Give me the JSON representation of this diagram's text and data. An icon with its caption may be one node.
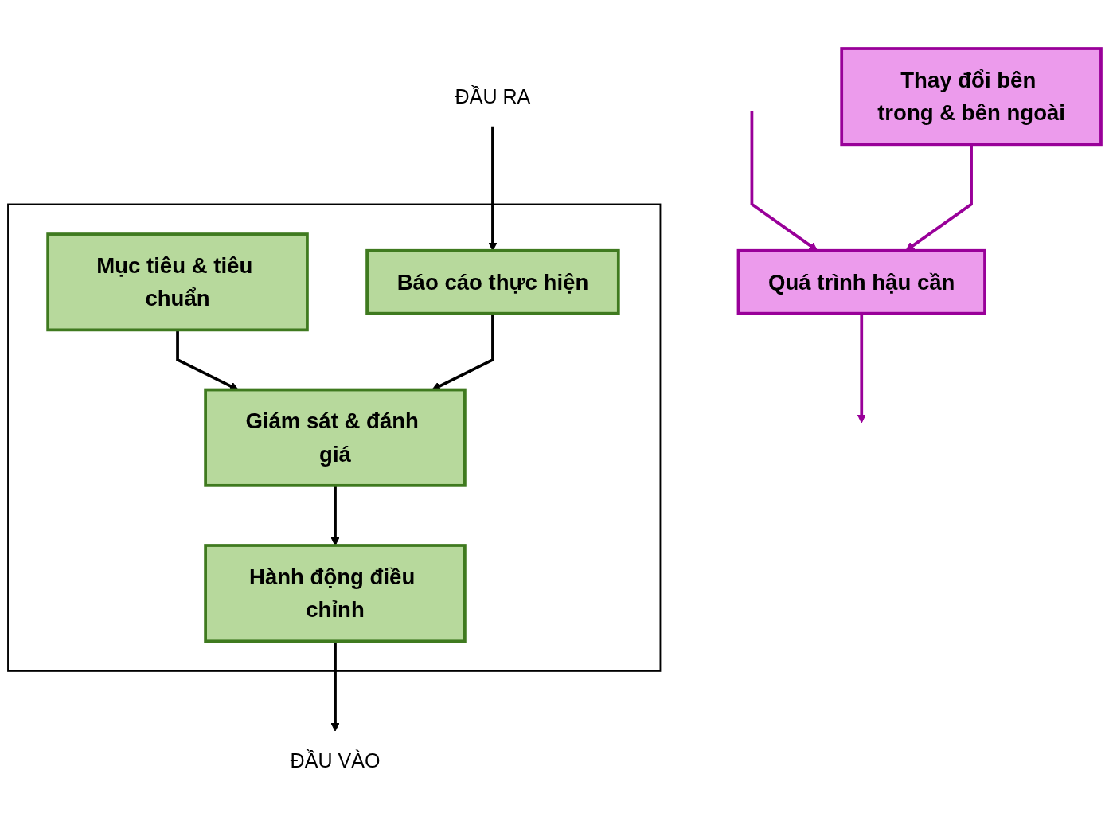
{
  "diagram": {
    "nodes": [
      {
        "text": [],
        "shape": "box"
      },
      {
        "text": [
          "Mục tiêu & tiêu chuẩn"
        ],
        "in": 0
      },
      {
        "text": [
          "Hành động điều chỉnh"
        ],
        "in": 0
      },
      {
        "text": [
          "Giám sát & đánh giá"
        ],
        "in": 0
      },
      {
        "text": [
          "Báo cáo thực hiện"
        ],
        "in": 0
      },
      {
        "text": [
          "ĐẦU VÀO"
        ]
      },
      {
        "text": [
          "Quá trình hậu cần"
        ]
      },
      {
        "text": [
          "ĐẦU RA"
        ]
      },
      {
        "text": [
          "Thay đổi bên trong & bên ngoài"
        ]
      }
    ],
    "edges": [
      {
        "from": 1,
        "to": 3,
        "arrow": "to"
      },
      {
        "from": 4,
        "to": 3,
        "arrow": "to"
      },
      {
        "from": 3,
        "to": 2,
        "arrow": "to"
      },
      {
        "from": 2,
        "to": 5,
        "arrow": "to"
      },
      {
        "from": 7,
        "to": 4,
        "arrow": "to"
      },
      {
        "from": null,
        "to": 6,
        "arrow": "to",
        "color": "#990099"
      },
      {
        "from": 6,
        "to": null,
        "arrow": "to",
        "color": "#990099"
      },
      {
        "from": 8,
        "to": 6,
        "arrow": "to",
        "color": "#990099"
      }
    ]
  }
}
